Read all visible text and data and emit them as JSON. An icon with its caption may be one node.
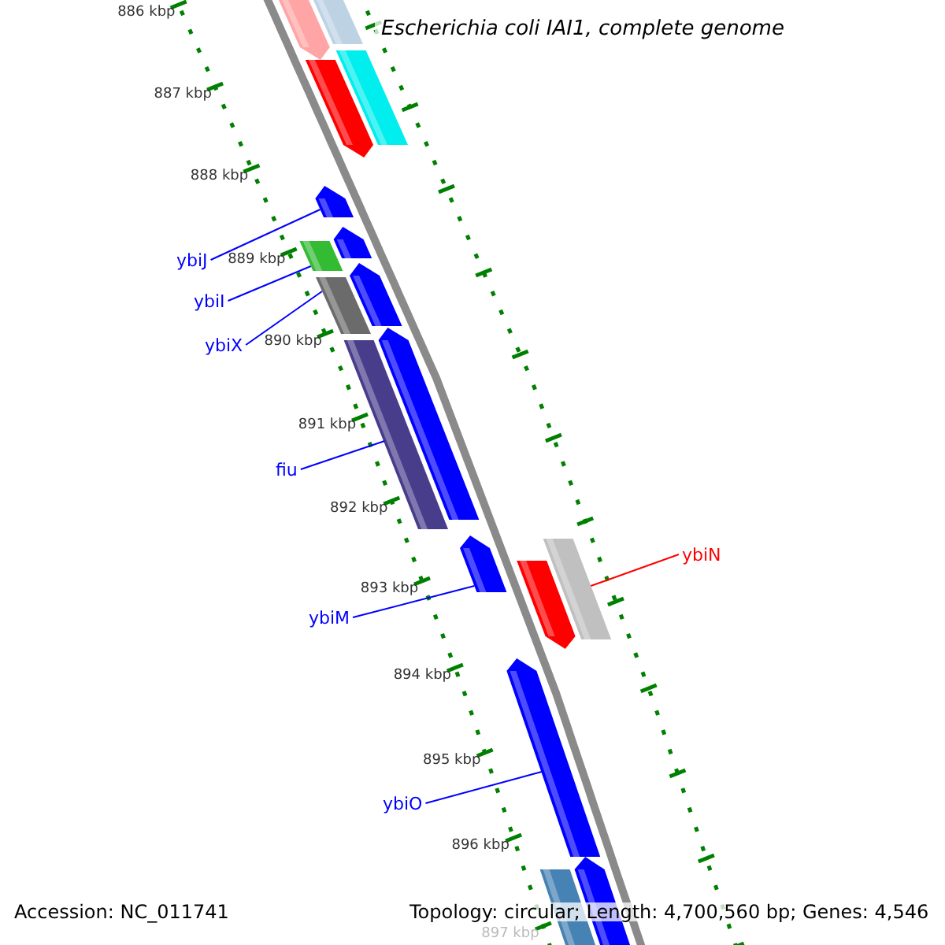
{
  "diagram": {
    "title": "Escherichia coli IAI1, complete genome",
    "nodes": [
      {
        "text": [
          "ybiJ"
        ]
      },
      {
        "text": [
          "ybiI"
        ]
      },
      {
        "text": [
          "ybiX"
        ]
      },
      {
        "text": [
          "fiu"
        ]
      },
      {
        "text": [
          "ybiN"
        ]
      },
      {
        "text": [
          "ybiM"
        ]
      },
      {
        "text": [
          "ybiO"
        ]
      },
      {
        "text": [],
        "shape": "bar"
      },
      {
        "text": [],
        "shape": "bar"
      },
      {
        "text": [],
        "shape": "bar"
      },
      {
        "text": [],
        "shape": "bar"
      },
      {
        "text": [],
        "shape": "bar"
      },
      {
        "text": [],
        "shape": "bar"
      },
      {
        "text": [],
        "shape": "bar"
      },
      {
        "text": [],
        "shape": "bar"
      },
      {
        "text": [],
        "shape": "bar"
      },
      {
        "text": [],
        "shape": "bar"
      },
      {
        "text": [],
        "shape": "bar"
      },
      {
        "text": [],
        "shape": "bar"
      },
      {
        "text": [],
        "shape": "bar"
      },
      {
        "text": [],
        "shape": "bar"
      },
      {
        "text": [],
        "shape": "bar"
      },
      {
        "text": [],
        "shape": "bar"
      },
      {
        "text": [],
        "shape": "bar"
      }
    ],
    "edges": [
      {
        "from": 0,
        "to": 11,
        "arrow": "none"
      },
      {
        "from": 1,
        "to": 13,
        "arrow": "none"
      },
      {
        "from": 2,
        "to": 15,
        "arrow": "none"
      },
      {
        "from": 3,
        "to": 17,
        "arrow": "none"
      },
      {
        "from": 4,
        "to": 18,
        "arrow": "none",
        "color": "#ff0000"
      },
      {
        "from": 5,
        "to": 19,
        "arrow": "none"
      },
      {
        "from": 6,
        "to": 21,
        "arrow": "none"
      }
    ],
    "labels": [
      "886 kbp",
      "887 kbp",
      "888 kbp",
      "889 kbp",
      "890 kbp",
      "891 kbp",
      "892 kbp",
      "893 kbp",
      "894 kbp",
      "895 kbp",
      "896 kbp",
      "897 kbp",
      "Accession: NC_011741",
      "Topology: circular; Length: 4,700,560 bp; Genes: 4,546"
    ]
  }
}
